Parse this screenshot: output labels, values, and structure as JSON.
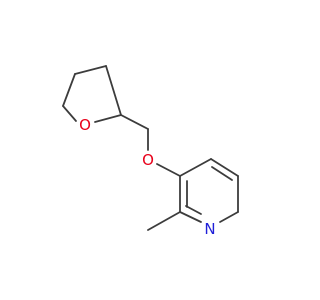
{
  "molecule": {
    "atoms": {
      "ring_oxygen": "O",
      "ether_oxygen": "O",
      "pyridine_nitrogen": "N"
    },
    "colors": {
      "bond": "#3c3c3c",
      "oxygen": "#e8001a",
      "nitrogen": "#2020d8"
    }
  }
}
